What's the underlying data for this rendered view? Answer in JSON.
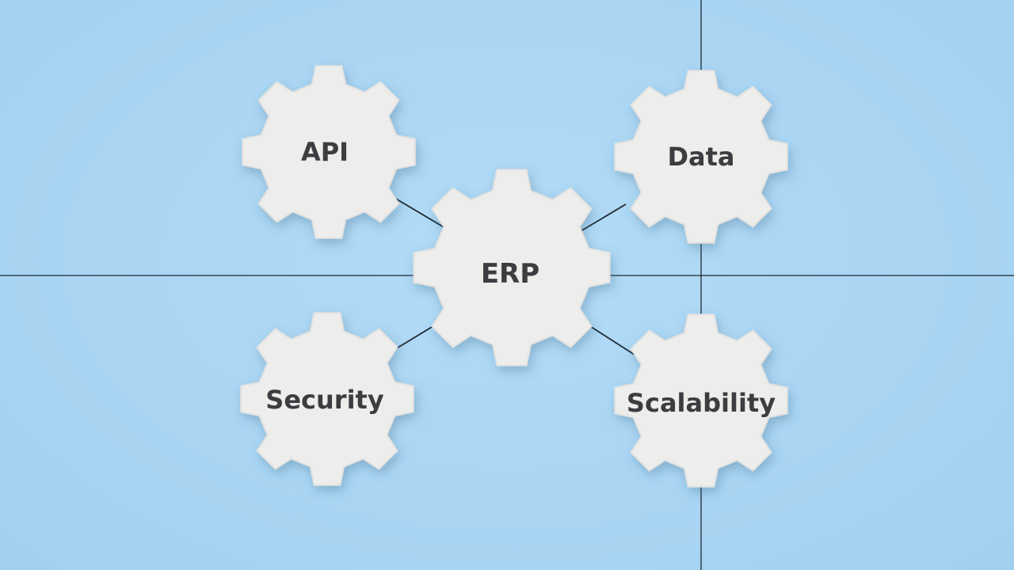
{
  "diagram": {
    "center_node": {
      "id": "erp",
      "label": "ERP"
    },
    "nodes": [
      {
        "id": "api",
        "label": "API",
        "connected_to": "erp"
      },
      {
        "id": "data",
        "label": "Data",
        "connected_to": "erp"
      },
      {
        "id": "security",
        "label": "Security",
        "connected_to": "erp"
      },
      {
        "id": "scalability",
        "label": "Scalability",
        "connected_to": "erp"
      }
    ]
  },
  "colors": {
    "background": "#acd7f4",
    "gear": "#ededec",
    "label": "#3a3d3f",
    "lines": "#1f2a33"
  }
}
